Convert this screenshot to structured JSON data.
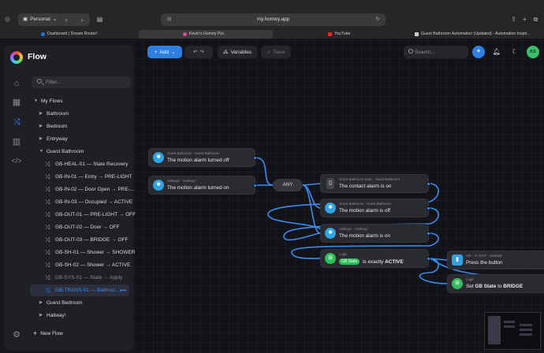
{
  "browser": {
    "profile_label": "Personal",
    "url": "my.homey.app",
    "tabs": [
      {
        "label": "Dashboard | Dream Router¹",
        "fav_color": "#2f6fe0"
      },
      {
        "label": "Kevin's Homey Pro",
        "fav_color": "#e04aa0"
      },
      {
        "label": "YouTube",
        "fav_color": "#e02b2b"
      },
      {
        "label": "Guest Bathroom Automation (Updated) - Automation Inspir...",
        "fav_color": "#cccccc"
      }
    ]
  },
  "app": {
    "title": "Flow",
    "filter_placeholder": "Filter...",
    "rail_icons": [
      "home-icon",
      "devices-grid-icon",
      "flow-icon",
      "insights-icon",
      "code-icon",
      "settings-icon"
    ],
    "tree": {
      "root": "My Flows",
      "folders": [
        "Bathroom",
        "Bedroom",
        "Entryway",
        "Guest Bathroom",
        "Guest Bedroom",
        "Hallway¹"
      ],
      "guest_bathroom_flows": [
        "GB-HEAL-01 — State Recovery",
        "GB-IN-01 — Entry → PRE-LIGHT",
        "GB-IN-02 — Door Open → PRE-...",
        "GB-IN-03 — Occupied → ACTIVE",
        "GB-OUT-01 — PRE-LIGHT → OFF",
        "GB-OUT-02 — Door → OFF",
        "GB-OUT-03 — BRIDGE → OFF",
        "GB-SH-01 — Shower → SHOWER",
        "GB-SH-02 — Shower → ACTIVE",
        "GB-SYS-01 — State → Apply",
        "GB-TRANS-01 — Bathroo..."
      ],
      "selected_flow": "GB-TRANS-01 — Bathroo...",
      "selected_more": "•••"
    },
    "new_flow_label": "New Flow"
  },
  "toolbar": {
    "add_label": "Add",
    "variables_label": "Variables",
    "save_label": "Save",
    "search_placeholder": "Search...",
    "avatar_initials": "KS"
  },
  "flow": {
    "cards": [
      {
        "sub": "Guest Bathroom · Guest Bathroom",
        "main": "The motion alarm turned off",
        "icon_color": "#2fa3e0"
      },
      {
        "sub": "Hallway¹ · Hallway¹",
        "main": "The motion alarm turned on",
        "icon_color": "#2fa3e0"
      },
      {
        "sub": "Guest Bathroom Door · Guest Bathroom",
        "main": "The contact alarm is on",
        "icon_color": "#44444c"
      },
      {
        "sub": "Guest Bathroom · Guest Bathroom",
        "main": "The motion alarm is off",
        "icon_color": "#2fa3e0"
      },
      {
        "sub": "Hallway¹ · Hallway¹",
        "main": "The motion alarm is on",
        "icon_color": "#2fa3e0"
      },
      {
        "sub": "Logic",
        "pill": "GB State",
        "main": "is exactly",
        "main_bold": "ACTIVE",
        "icon_color": "#2fbf5a"
      },
      {
        "sub": "GB – H¹ EXIT · Hallway¹",
        "main": "Press the button",
        "icon_color": "#2fa3e0"
      },
      {
        "sub": "Logic",
        "main": "Set",
        "main_bold1": "GB State",
        "main_mid": "to",
        "main_bold2": "BRIDGE",
        "icon_color": "#2fbf5a"
      }
    ],
    "any_label": "ANY"
  },
  "colors": {
    "accent": "#3c8cf0",
    "logic_green": "#2fbf5a"
  }
}
